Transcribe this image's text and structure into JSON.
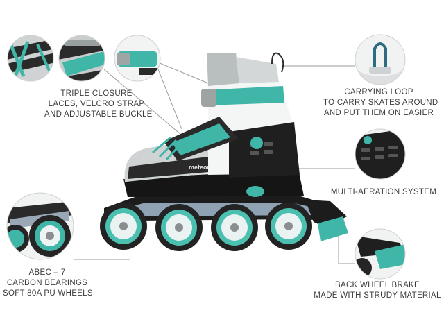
{
  "brand": {
    "logo_text": "meteor"
  },
  "colors": {
    "accent": "#3fb6a8",
    "dark": "#1e1e1e",
    "grey": "#8e9295",
    "light": "#e9ecec"
  },
  "callouts": {
    "closure": {
      "lines": [
        "TRIPLE CLOSURE",
        "LACES, VELCRO STRAP",
        "AND ADJUSTABLE BUCKLE"
      ]
    },
    "carrying_loop": {
      "lines": [
        "CARRYING LOOP",
        "TO CARRY SKATES AROUND",
        "AND PUT THEM ON EASIER"
      ]
    },
    "aeration": {
      "lines": [
        "MULTI-AERATION SYSTEM"
      ]
    },
    "bearings": {
      "lines": [
        "ABEC – 7",
        "CARBON BEARINGS",
        "SOFT 80A PU WHEELS"
      ]
    },
    "brake": {
      "lines": [
        "BACK WHEEL BRAKE",
        "MADE WITH STRUDY MATERIAL"
      ]
    }
  }
}
